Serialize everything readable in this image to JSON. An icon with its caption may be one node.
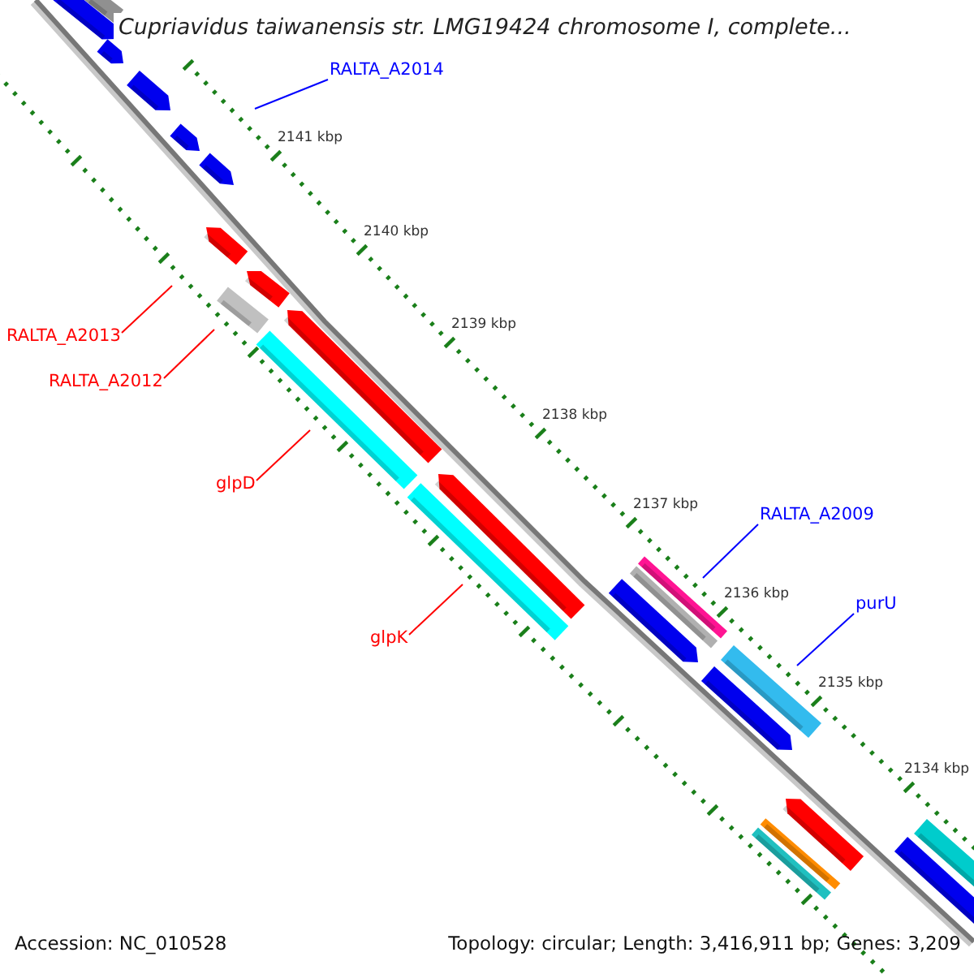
{
  "diagram": {
    "title": "Cupriavidus taiwanensis str. LMG19424 chromosome I, complete...",
    "nodes": [
      {
        "text": [
          "RALTA_A2014"
        ]
      },
      {
        "text": [
          "RALTA_A2013"
        ]
      },
      {
        "text": [
          "RALTA_A2012"
        ]
      },
      {
        "text": [
          "glpD"
        ]
      },
      {
        "text": [
          "RALTA_A2009"
        ]
      },
      {
        "text": [
          "purU"
        ]
      },
      {
        "text": [
          "glpK"
        ]
      }
    ],
    "edges": [
      {
        "from": 0,
        "to": null,
        "arrow": "none",
        "color": "#0000ff"
      },
      {
        "from": 1,
        "to": null,
        "arrow": "none"
      },
      {
        "from": 2,
        "to": null,
        "arrow": "none"
      },
      {
        "from": 3,
        "to": null,
        "arrow": "none"
      },
      {
        "from": 4,
        "to": null,
        "arrow": "none",
        "color": "#0000ff"
      },
      {
        "from": 5,
        "to": null,
        "arrow": "none",
        "color": "#0000ff"
      },
      {
        "from": 6,
        "to": null,
        "arrow": "none"
      }
    ],
    "labels": [
      "2141 kbp",
      "2140 kbp",
      "2139 kbp",
      "2138 kbp",
      "2137 kbp",
      "2136 kbp",
      "2135 kbp",
      "2134 kbp",
      "Accession: NC_010528",
      "Topology: circular; Length: 3,416,911 bp; Genes: 3,209"
    ]
  }
}
